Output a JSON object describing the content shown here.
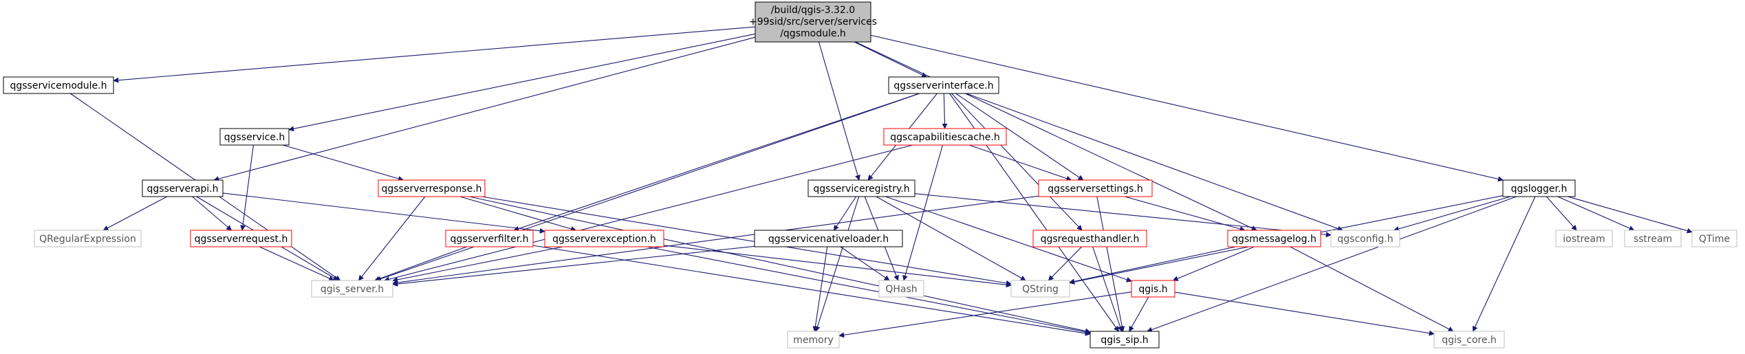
{
  "diagram": {
    "root": {
      "lines": [
        "/build/qgis-3.32.0",
        "+99sid/src/server/services",
        "/qgsmodule.h"
      ]
    },
    "nodes": {
      "qgsservicemodule": "qgsservicemodule.h",
      "qgsserverinterface": "qgsserverinterface.h",
      "qgslogger": "qgslogger.h",
      "qgsservice": "qgsservice.h",
      "qgscapabilitiescache": "qgscapabilitiescache.h",
      "qgsserverapi": "qgsserverapi.h",
      "qgsserverresponse": "qgsserverresponse.h",
      "qgsserviceregistry": "qgsserviceregistry.h",
      "qgsserversettings": "qgsserversettings.h",
      "QRegularExpression": "QRegularExpression",
      "qgsserverrequest": "qgsserverrequest.h",
      "qgsserverfilter": "qgsserverfilter.h",
      "qgsserverexception": "qgsserverexception.h",
      "qgsservicenativeloader": "qgsservicenativeloader.h",
      "qgsrequesthandler": "qgsrequesthandler.h",
      "qgsmessagelog": "qgsmessagelog.h",
      "qgsconfig": "qgsconfig.h",
      "iostream": "iostream",
      "sstream": "sstream",
      "QTime": "QTime",
      "qgis_server": "qgis_server.h",
      "QHash": "QHash",
      "QString": "QString",
      "qgis": "qgis.h",
      "memory": "memory",
      "qgis_sip": "qgis_sip.h",
      "qgis_core": "qgis_core.h"
    },
    "colors": {
      "edge": "#191970",
      "root_fill": "#bfbfbf",
      "border_documented": "#000000",
      "border_incomplete": "#ff0000",
      "border_external": "#bfbfbf",
      "text_external": "#555555"
    }
  }
}
